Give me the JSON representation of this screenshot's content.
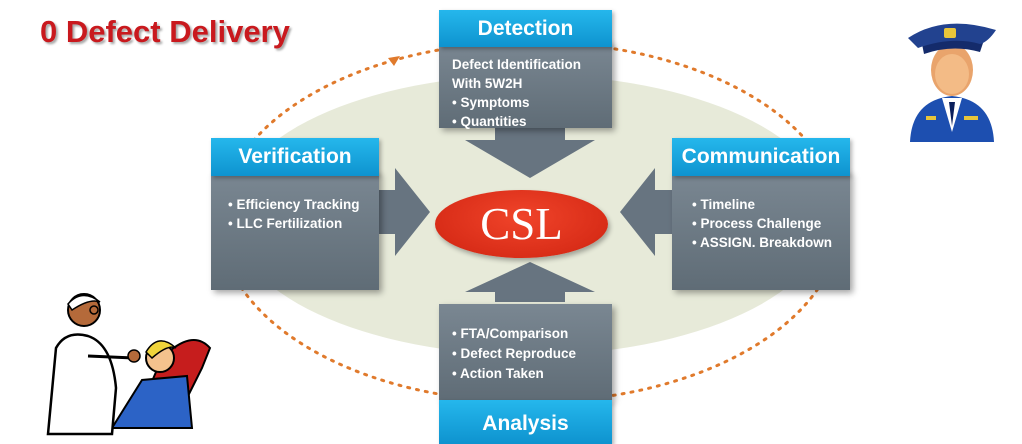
{
  "title": "0 Defect Delivery",
  "center": "CSL",
  "detection": {
    "header": "Detection",
    "heading_lines": [
      "Defect Identification",
      "With 5W2H"
    ],
    "bullets": [
      "Symptoms",
      "Quantities"
    ]
  },
  "verification": {
    "header": "Verification",
    "bullets": [
      "Efficiency Tracking",
      "LLC Fertilization"
    ]
  },
  "communication": {
    "header": "Communication",
    "bullets": [
      "Timeline",
      "Process Challenge",
      "ASSIGN. Breakdown"
    ]
  },
  "analysis": {
    "header": "Analysis",
    "bullets": [
      "FTA/Comparison",
      "Defect Reproduce",
      "Action Taken"
    ]
  },
  "icons": {
    "officer": "police-officer-icon",
    "dentist": "dentist-with-patient-icon"
  },
  "colors": {
    "title_red": "#c9191e",
    "header_blue": "#1aa9e2",
    "box_gray": "#6b7883",
    "center_red": "#d92d18",
    "ellipse_fill": "#e7ead9",
    "dotted_orange": "#e07a2c"
  }
}
